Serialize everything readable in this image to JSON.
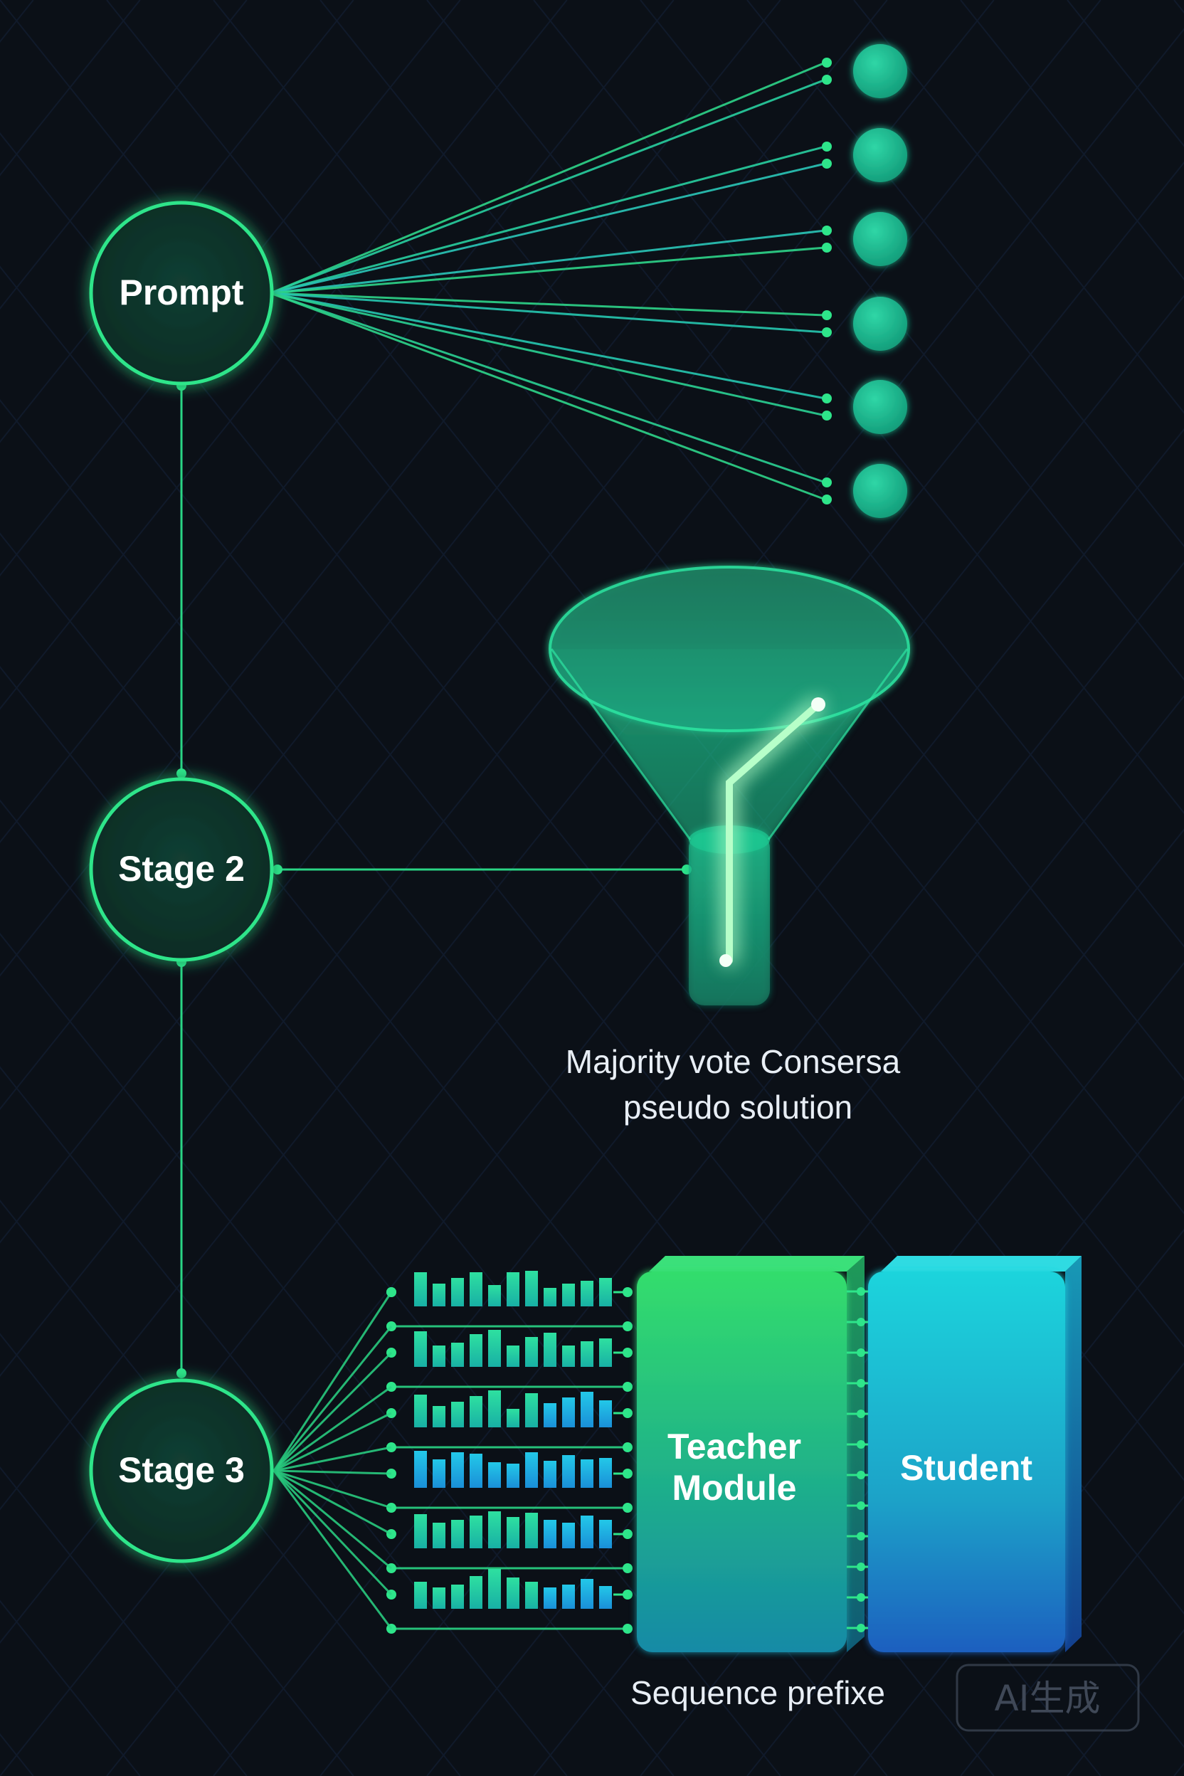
{
  "nodes": {
    "prompt": "Prompt",
    "stage2": "Stage 2",
    "stage3": "Stage 3"
  },
  "funnel_caption": [
    "Majority vote Consersa",
    "pseudo solution"
  ],
  "teacher": [
    "Teacher",
    "Module"
  ],
  "student": "Student",
  "sequence_caption": "Sequence prefixe",
  "watermark": "AI生成",
  "colors": {
    "background": "#0b1017",
    "grid": "#16243a",
    "green_accent": "#2ee58a",
    "node_fill": "#0e3a2f",
    "teal": "#1fc9b4",
    "cyan": "#1fd2e0",
    "blue": "#1f6fd1"
  },
  "outputs_count": 6,
  "bar_rows_count": 6
}
